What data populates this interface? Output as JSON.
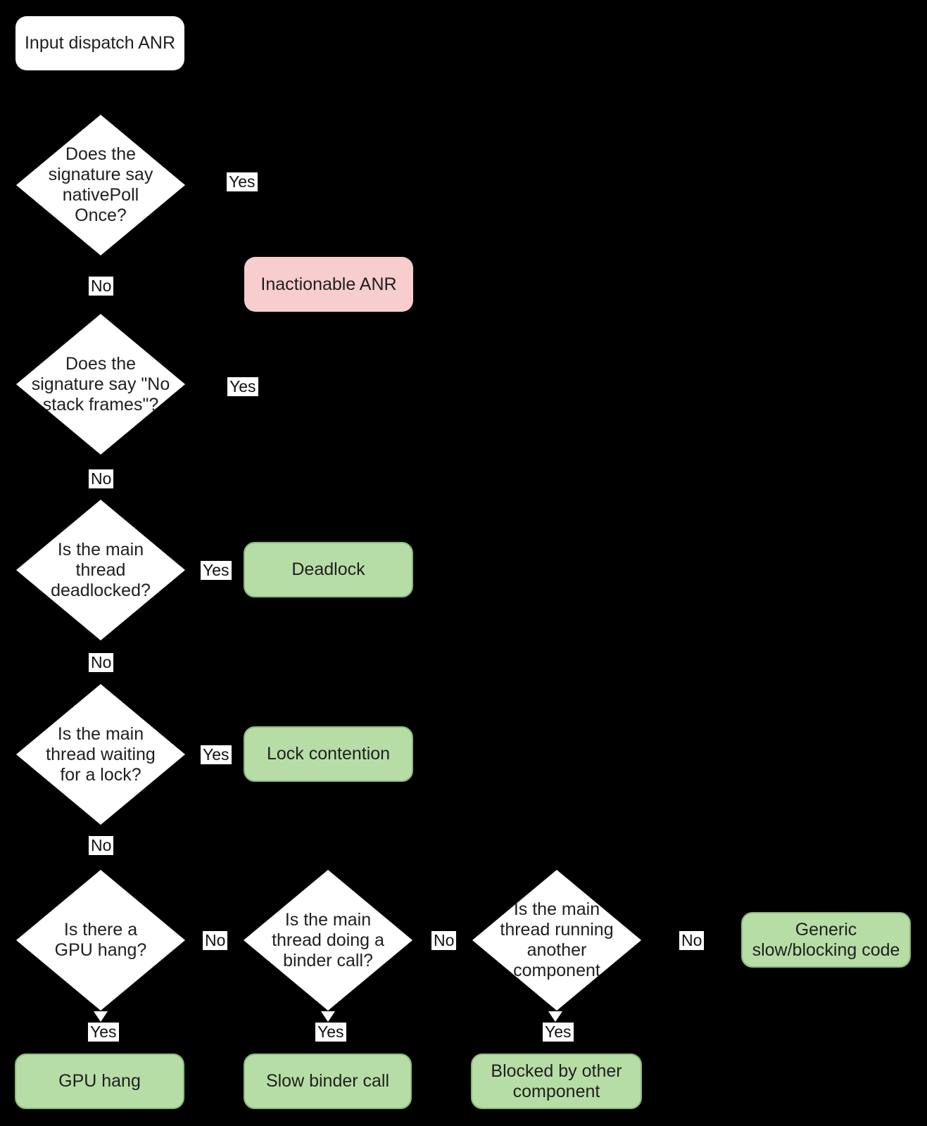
{
  "diagram": {
    "background_color": "#000000",
    "node_fill_color": "#ffffff",
    "outcome_green_color": "#b7dda6",
    "outcome_green_border_color": "#8fb878",
    "outcome_red_color": "#f7cdcd",
    "text_color": "#1f1f1f",
    "start": {
      "label": "Input dispatch ANR"
    },
    "decisions": {
      "native_poll": {
        "label": "Does the\nsignature say\nnativePoll\nOnce?"
      },
      "no_stack_frames": {
        "label": "Does the\nsignature say \"No\nstack frames\"?"
      },
      "deadlocked": {
        "label": "Is the main\nthread\ndeadlocked?"
      },
      "waiting_lock": {
        "label": "Is the main\nthread waiting\nfor a lock?"
      },
      "gpu_hang": {
        "label": "Is there a\nGPU hang?"
      },
      "binder_call": {
        "label": "Is the main\nthread doing a\nbinder call?"
      },
      "another_component": {
        "label": "Is the main\nthread running\nanother\ncomponent"
      }
    },
    "outcomes": {
      "inactionable": {
        "label": "Inactionable ANR",
        "color": "#f7cdcd",
        "kind": "inactionable"
      },
      "deadlock": {
        "label": "Deadlock",
        "color": "#b7dda6",
        "kind": "actionable"
      },
      "lock_contention": {
        "label": "Lock contention",
        "color": "#b7dda6",
        "kind": "actionable"
      },
      "generic_slow": {
        "label": "Generic\nslow/blocking code",
        "color": "#b7dda6",
        "kind": "actionable"
      },
      "gpu_hang": {
        "label": "GPU hang",
        "color": "#b7dda6",
        "kind": "actionable"
      },
      "slow_binder": {
        "label": "Slow binder call",
        "color": "#b7dda6",
        "kind": "actionable"
      },
      "blocked_other": {
        "label": "Blocked by other\ncomponent",
        "color": "#b7dda6",
        "kind": "actionable"
      }
    },
    "edge_labels": {
      "yes": "Yes",
      "no": "No"
    }
  }
}
